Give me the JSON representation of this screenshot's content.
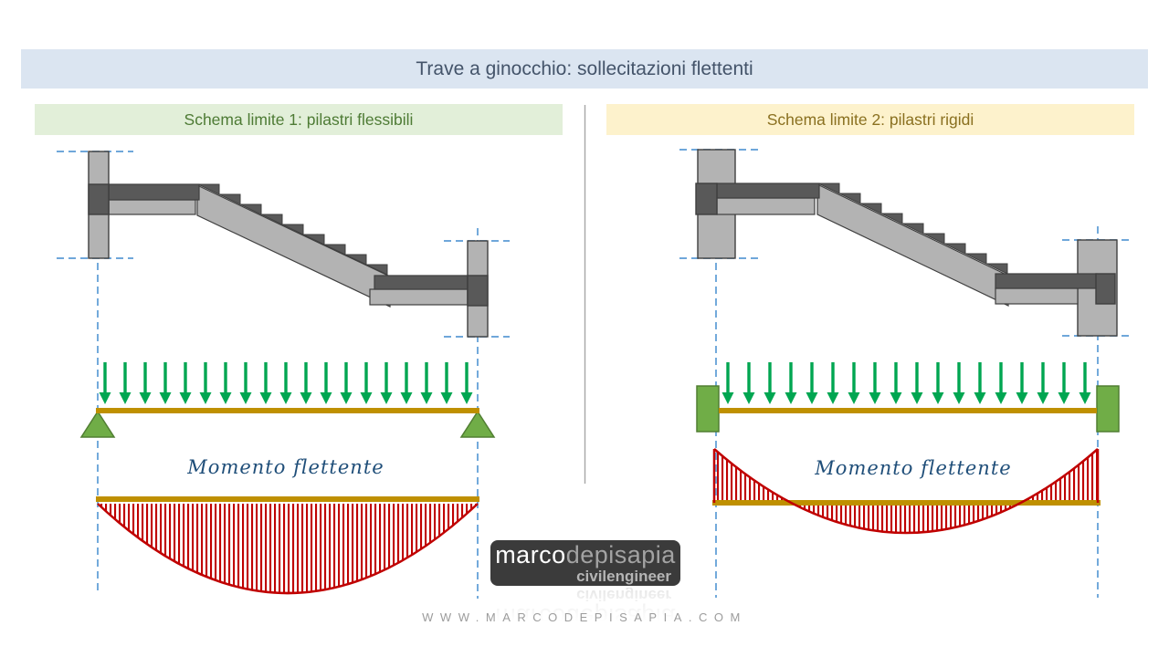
{
  "title": "Trave a ginocchio: sollecitazioni flettenti",
  "panels": {
    "left": {
      "header": "Schema limite 1: pilastri flessibili",
      "moment_label": "Momento flettente",
      "supports": "pinned-triangle-supports",
      "load_arrow_count": 19,
      "moment_shape": "sagging-parabola-below-beam"
    },
    "right": {
      "header": "Schema limite 2: pilastri rigidi",
      "moment_label": "Momento flettente",
      "supports": "fixed-block-supports",
      "load_arrow_count": 18,
      "moment_shape": "fixed-end-parabola-negative-at-ends-positive-midspan"
    }
  },
  "footer": {
    "logo_text_primary": "marco",
    "logo_text_secondary": "depisapia",
    "logo_subtitle": "civilengineer",
    "website": "WWW.MARCODEPISAPIA.COM"
  },
  "colors": {
    "title_bar_bg": "#dbe5f1",
    "title_text": "#44546a",
    "green_header_bg": "#e2efd9",
    "green_header_text": "#4e7b35",
    "yellow_header_bg": "#fdf2cc",
    "yellow_header_text": "#8a7020",
    "beam_gold": "#bf9000",
    "load_green": "#00a651",
    "support_green": "#70ad47",
    "support_green_dark": "#507e32",
    "moment_red": "#c00000",
    "guide_blue": "#5b9bd5",
    "concrete_light": "#b3b3b3",
    "concrete_dark": "#595959",
    "outline": "#3f3f3f",
    "moment_label_blue": "#1f4e79"
  }
}
